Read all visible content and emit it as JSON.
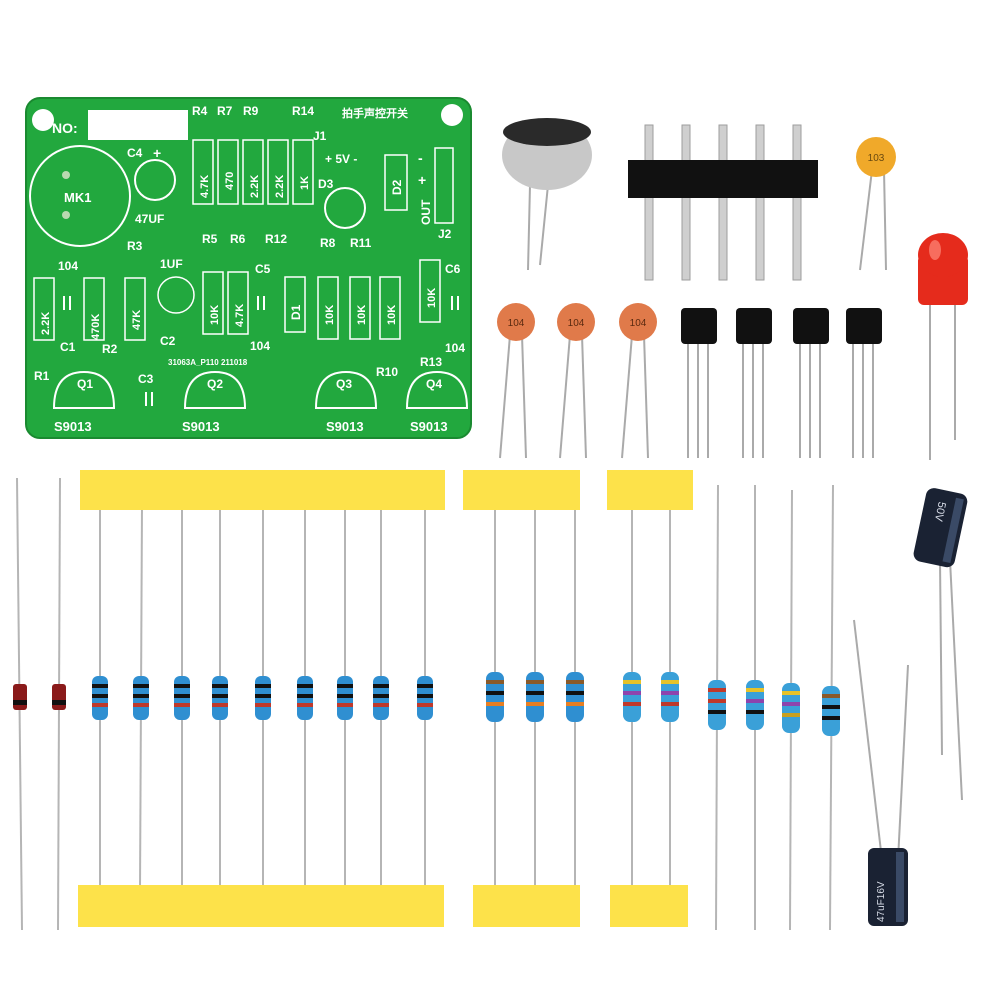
{
  "pcb": {
    "board_color": "#22a83e",
    "no_label": "NO:",
    "title_cn": "拍手声控开关",
    "mk1": "MK1",
    "c4": "C4",
    "c4_plus": "+",
    "c4_value": "47UF",
    "r4": "R4",
    "r7": "R7",
    "r9": "R9",
    "r14": "R14",
    "j1": "J1",
    "v5": "+ 5V -",
    "d3": "D3",
    "d2": "D2",
    "out": "OUT",
    "plus": "+",
    "minus": "-",
    "j2": "J2",
    "r4_val": "4.7K",
    "r7_val": "470",
    "r9_val": "2.2K",
    "r9b_val": "2.2K",
    "r14_val": "1K",
    "r5": "R5",
    "r6": "R6",
    "r12": "R12",
    "r8": "R8",
    "r11": "R11",
    "r3": "R3",
    "c2_top": "1UF",
    "c5": "C5",
    "c6": "C6",
    "v104a": "104",
    "v104b": "104",
    "v104c": "104",
    "r1_val": "2.2K",
    "r2_val": "470K",
    "r3_val": "47K",
    "r5_val": "10K",
    "r6_val": "4.7K",
    "d1": "D1",
    "r8_val": "10K",
    "r11_val": "10K",
    "r10_val": "10K",
    "r13_val": "10K",
    "c1": "C1",
    "r2": "R2",
    "c2": "C2",
    "r13": "R13",
    "code": "31063A_P110 211018",
    "r1": "R1",
    "c3": "C3",
    "r10": "R10",
    "q1": "Q1",
    "q2": "Q2",
    "q3": "Q3",
    "q4": "Q4",
    "s9013": "S9013"
  },
  "components": {
    "ceramic_103": "103",
    "ceramic_104": "104",
    "electrolytic_big": "50V",
    "electrolytic_small": "47uF16V"
  },
  "colors": {
    "pcb_green": "#22a83e",
    "resistor_body": "#2f8fd1",
    "tape_yellow": "#fde24a",
    "led_red": "#e52b1c",
    "ceramic_orange": "#e07a4a",
    "ceramic_yellow": "#f0a92a"
  },
  "icons": [
    "microphone-icon",
    "pin-header-icon",
    "transistor-icon",
    "led-icon",
    "resistor-icon",
    "diode-icon",
    "capacitor-icon"
  ]
}
